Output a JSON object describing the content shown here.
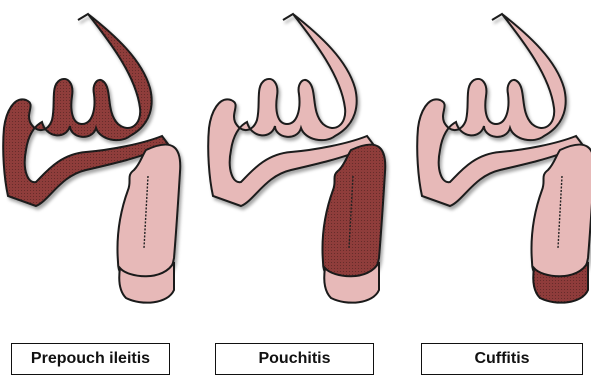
{
  "panels": [
    {
      "label": "Prepouch ileitis",
      "highlight": "ileum"
    },
    {
      "label": "Pouchitis",
      "highlight": "pouch"
    },
    {
      "label": "Cuffitis",
      "highlight": "cuff"
    }
  ],
  "colors": {
    "normal": "#e7b9b8",
    "inflamed": "#8f3c3b",
    "outline": "#1a1a1a"
  }
}
